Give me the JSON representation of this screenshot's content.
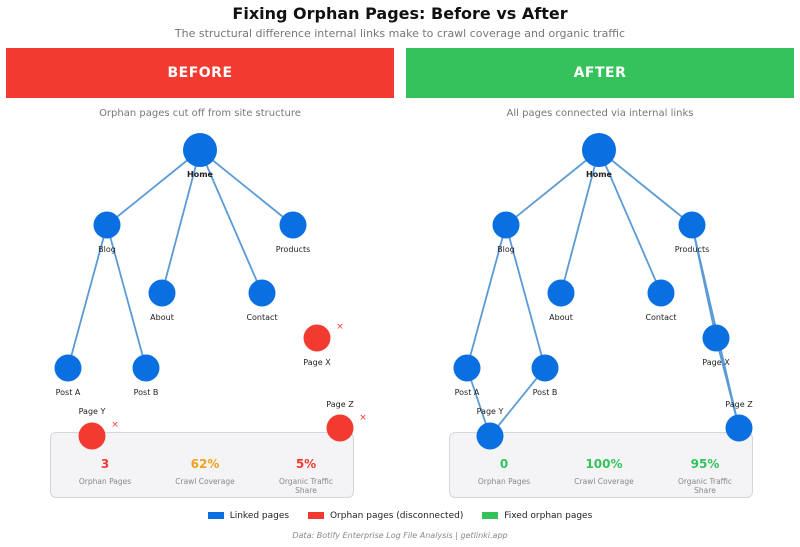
{
  "title": "Fixing Orphan Pages: Before vs After",
  "subtitle": "The structural difference internal links make to crawl coverage and organic traffic",
  "colors": {
    "linked": "#0a6fe0",
    "orphan": "#f23a30",
    "fixed": "#35c25a",
    "edge": "#5b9bd5",
    "warn": "#f0a020"
  },
  "before": {
    "banner": "BEFORE",
    "caption": "Orphan pages cut off from site structure",
    "nodes": {
      "home": "Home",
      "blog": "Blog",
      "products": "Products",
      "about": "About",
      "contact": "Contact",
      "post_a": "Post A",
      "post_b": "Post B",
      "page_x": "Page X",
      "page_y": "Page Y",
      "page_z": "Page Z"
    },
    "orphan_mark": "×",
    "stats": [
      {
        "value": "3",
        "label": "Orphan Pages"
      },
      {
        "value": "62%",
        "label": "Crawl Coverage"
      },
      {
        "value": "5%",
        "label_line1": "Organic Traffic",
        "label_line2": "Share"
      }
    ]
  },
  "after": {
    "banner": "AFTER",
    "caption": "All pages connected via internal links",
    "nodes": {
      "home": "Home",
      "blog": "Blog",
      "products": "Products",
      "about": "About",
      "contact": "Contact",
      "post_a": "Post A",
      "post_b": "Post B",
      "page_x": "Page X",
      "page_y": "Page Y",
      "page_z": "Page Z"
    },
    "stats": [
      {
        "value": "0",
        "label": "Orphan Pages"
      },
      {
        "value": "100%",
        "label": "Crawl Coverage"
      },
      {
        "value": "95%",
        "label_line1": "Organic Traffic",
        "label_line2": "Share"
      }
    ]
  },
  "legend": [
    {
      "label": "Linked pages",
      "color": "#0a6fe0"
    },
    {
      "label": "Orphan pages (disconnected)",
      "color": "#f23a30"
    },
    {
      "label": "Fixed orphan pages",
      "color": "#35c25a"
    }
  ],
  "source": "Data: Botify Enterprise Log File Analysis | getlinki.app"
}
